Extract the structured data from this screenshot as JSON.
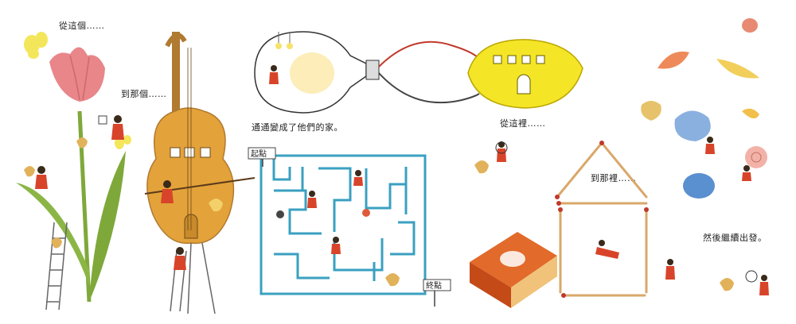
{
  "captions": {
    "from_this": "從這個……",
    "to_that": "到那個……",
    "became_home": "通通變成了他們的家。",
    "from_here": "從這裡……",
    "to_there": "到那裡……",
    "set_off": "然後繼續出發。"
  },
  "maze": {
    "start_sign": "起點",
    "end_sign": "終點"
  },
  "colors": {
    "tulip": "#e8868a",
    "leaf": "#7fa83a",
    "cello": "#e3a23a",
    "lemon": "#f4e526",
    "maze": "#3aa0c0",
    "character_dress": "#d8442a",
    "matchstick": "#d9a86a",
    "match_head": "#c0392b"
  }
}
